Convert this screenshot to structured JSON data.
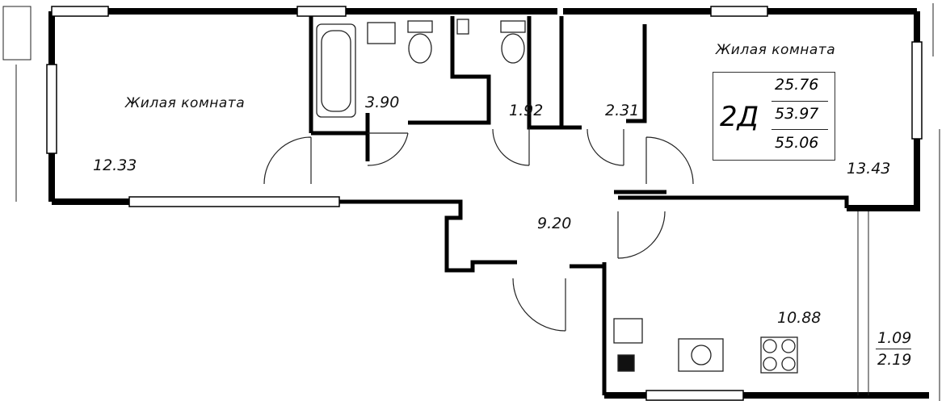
{
  "plan": {
    "apartment_code": "2Д",
    "areas": {
      "living": "25.76",
      "total": "53.97",
      "total_with_balcony": "55.06"
    },
    "rooms": [
      {
        "id": "living-left",
        "name": "Жилая комната",
        "area": "12.33"
      },
      {
        "id": "bathroom",
        "name": "",
        "area": "3.90"
      },
      {
        "id": "wc-left",
        "name": "",
        "area": "1.92"
      },
      {
        "id": "wc-right",
        "name": "",
        "area": "2.31"
      },
      {
        "id": "living-right",
        "name": "Жилая комната",
        "area": "13.43"
      },
      {
        "id": "hallway",
        "name": "",
        "area": "9.20"
      },
      {
        "id": "kitchen",
        "name": "",
        "area": "10.88"
      }
    ],
    "balcony": {
      "area": "1.09",
      "area_reduced": "2.19"
    },
    "wall_color": "#000000",
    "line_color": "#222222"
  }
}
